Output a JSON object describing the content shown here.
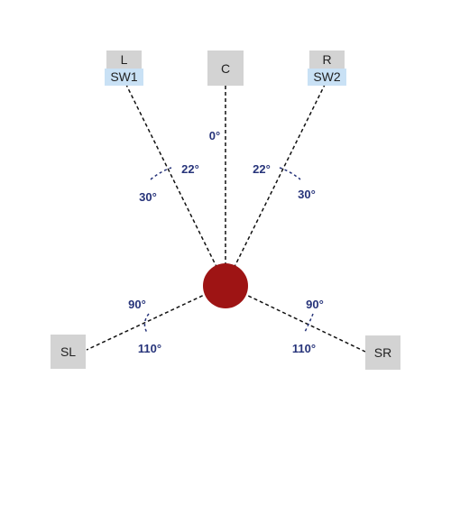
{
  "colors": {
    "speaker_box": "#d3d3d3",
    "subwoofer_box": "#c9e1f5",
    "listener": "#9e1414",
    "line": "#111111",
    "angle_text": "#27347a"
  },
  "speakers": {
    "left": "L",
    "left_sub": "SW1",
    "center": "C",
    "right": "R",
    "right_sub": "SW2",
    "surround_left": "SL",
    "surround_right": "SR"
  },
  "angles": {
    "center": "0°",
    "front_left_inner": "22°",
    "front_left_outer": "30°",
    "front_right_inner": "22°",
    "front_right_outer": "30°",
    "surround_left_inner": "90°",
    "surround_left_outer": "110°",
    "surround_right_inner": "90°",
    "surround_right_outer": "110°"
  }
}
